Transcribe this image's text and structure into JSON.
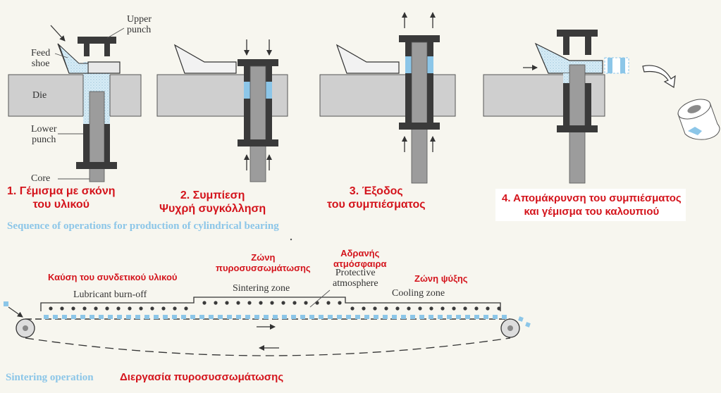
{
  "colors": {
    "background": "#f7f6ef",
    "die": "#cfcfcf",
    "punch": "#3a3a3a",
    "core": "#9c9c9c",
    "powder": "#d7ecf6",
    "compact": "#8cc6e8",
    "greek_text": "#d4141c",
    "english_caption": "#8cc6e8"
  },
  "labels": {
    "upper_punch": [
      "Upper",
      "punch"
    ],
    "feed_shoe": [
      "Feed",
      "shoe"
    ],
    "die": "Die",
    "lower_punch": [
      "Lower",
      "punch"
    ],
    "core": "Core"
  },
  "steps": [
    {
      "lines": [
        "1. Γέμισμα με σκόνη",
        "του υλικού"
      ]
    },
    {
      "lines": [
        "2. Συμπίεση",
        "Ψυχρή συγκόλληση"
      ]
    },
    {
      "lines": [
        "3. Έξοδος",
        "του συμπιέσματος"
      ]
    },
    {
      "lines": [
        "4. Απομάκρυνση του συμπιέσματος",
        "και γέμισμα του καλουπιού"
      ]
    }
  ],
  "caption_top": "Sequence of operations for production of cylindrical bearing",
  "sintering": {
    "zones_en": {
      "burnoff": "Lubricant burn-off",
      "sintering": "Sintering zone",
      "protective": [
        "Protective",
        "atmosphere"
      ],
      "cooling": "Cooling zone"
    },
    "zones_gr": {
      "burnoff": "Καύση του συνδετικού υλικού",
      "sintering": [
        "Ζώνη",
        "πυροσυσσωμάτωσης"
      ],
      "protective": [
        "Αδρανής",
        "ατμόσφαιρα"
      ],
      "cooling": "Ζώνη ψύξης"
    },
    "caption_en": "Sintering operation",
    "caption_gr": "Διεργασία πυροσυσσωμάτωσης"
  }
}
